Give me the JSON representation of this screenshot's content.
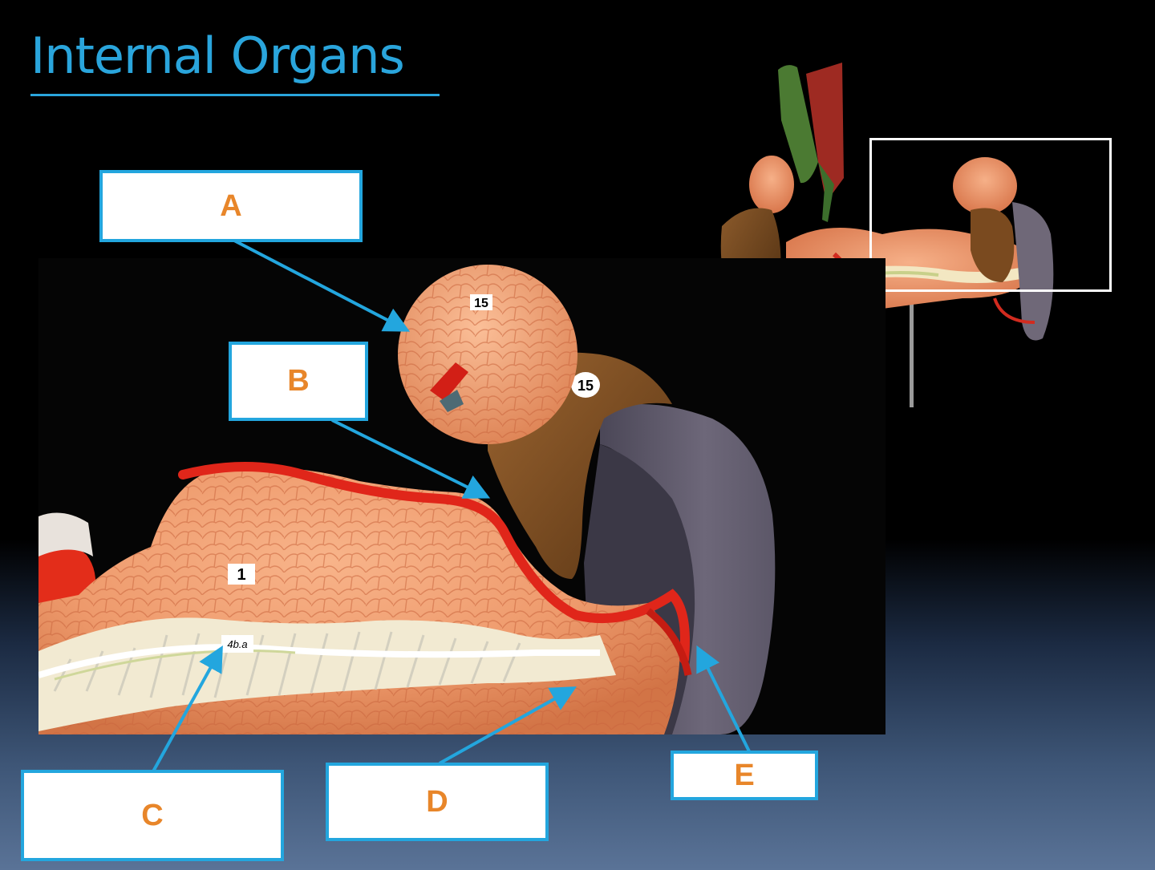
{
  "title": "Internal Organs",
  "labels": {
    "a": "A",
    "b": "B",
    "c": "C",
    "d": "D",
    "e": "E"
  },
  "model_tags": {
    "main_lobe": "15",
    "main_brown": "15",
    "main_body": "1",
    "main_duct": "4b.a"
  },
  "colors": {
    "title": "#2aa5dc",
    "box_border": "#23a6de",
    "box_letter": "#e8862a",
    "arrow": "#23a6de"
  }
}
